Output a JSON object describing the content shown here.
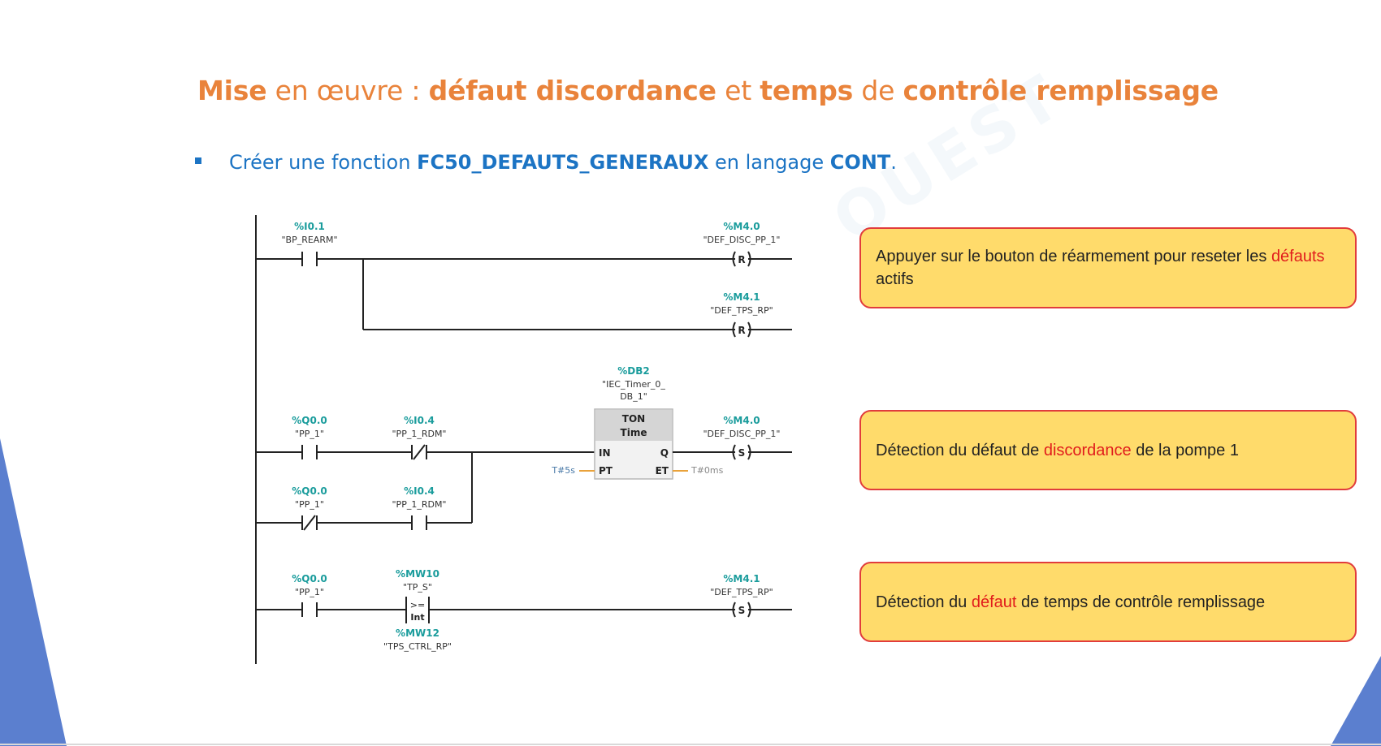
{
  "slide": {
    "title_parts": [
      {
        "text": "Mise",
        "bold": true
      },
      {
        "text": " en œuvre ",
        "bold": false
      },
      {
        "text": ": ",
        "bold": false
      },
      {
        "text": "défaut discordance",
        "bold": true
      },
      {
        "text": " et ",
        "bold": false
      },
      {
        "text": "temps",
        "bold": true
      },
      {
        "text": " de ",
        "bold": false
      },
      {
        "text": "contrôle remplissage",
        "bold": true
      }
    ],
    "bullet": {
      "pre": "Créer une fonction ",
      "fn": "FC50_DEFAUTS_GENERAUX",
      "mid": " en langage ",
      "lang": "CONT",
      "post": "."
    },
    "watermark": "OUEST",
    "accent_color": "#e9833b",
    "text_color": "#1c74c4",
    "addr_color": "#1a9c9c"
  },
  "ladder": {
    "n1_contact_addr": "%I0.1",
    "n1_contact_tag": "\"BP_REARM\"",
    "n1_coil1_addr": "%M4.0",
    "n1_coil1_tag": "\"DEF_DISC_PP_1\"",
    "n1_coil1_type": "R",
    "n1_coil2_addr": "%M4.1",
    "n1_coil2_tag": "\"DEF_TPS_RP\"",
    "n1_coil2_type": "R",
    "n2_c1_addr": "%Q0.0",
    "n2_c1_tag": "\"PP_1\"",
    "n2_c2_addr": "%I0.4",
    "n2_c2_tag": "\"PP_1_RDM\"",
    "n2_c3_addr": "%Q0.0",
    "n2_c3_tag": "\"PP_1\"",
    "n2_c4_addr": "%I0.4",
    "n2_c4_tag": "\"PP_1_RDM\"",
    "timer_db_addr": "%DB2",
    "timer_db_tag_l1": "\"IEC_Timer_0_",
    "timer_db_tag_l2": "DB_1\"",
    "timer_type": "TON",
    "timer_sub": "Time",
    "timer_in": "IN",
    "timer_pt": "PT",
    "timer_q": "Q",
    "timer_et": "ET",
    "timer_pt_val": "T#5s",
    "timer_et_val": "T#0ms",
    "n2_coil_addr": "%M4.0",
    "n2_coil_tag": "\"DEF_DISC_PP_1\"",
    "n2_coil_type": "S",
    "n3_c1_addr": "%Q0.0",
    "n3_c1_tag": "\"PP_1\"",
    "n3_cmp_addr_top": "%MW10",
    "n3_cmp_tag_top": "\"TP_S\"",
    "n3_cmp_op": ">=",
    "n3_cmp_type": "Int",
    "n3_cmp_addr_bot": "%MW12",
    "n3_cmp_tag_bot": "\"TPS_CTRL_RP\"",
    "n3_coil_addr": "%M4.1",
    "n3_coil_tag": "\"DEF_TPS_RP\"",
    "n3_coil_type": "S"
  },
  "callouts": [
    {
      "pre": "Appuyer sur le bouton de réarmement pour reseter les ",
      "hl": "défauts",
      "post": " actifs"
    },
    {
      "pre": "Détection du défaut de ",
      "hl": "discordance",
      "post": " de la pompe 1"
    },
    {
      "pre": "Détection du ",
      "hl": "défaut",
      "post": " de temps de contrôle remplissage"
    }
  ]
}
